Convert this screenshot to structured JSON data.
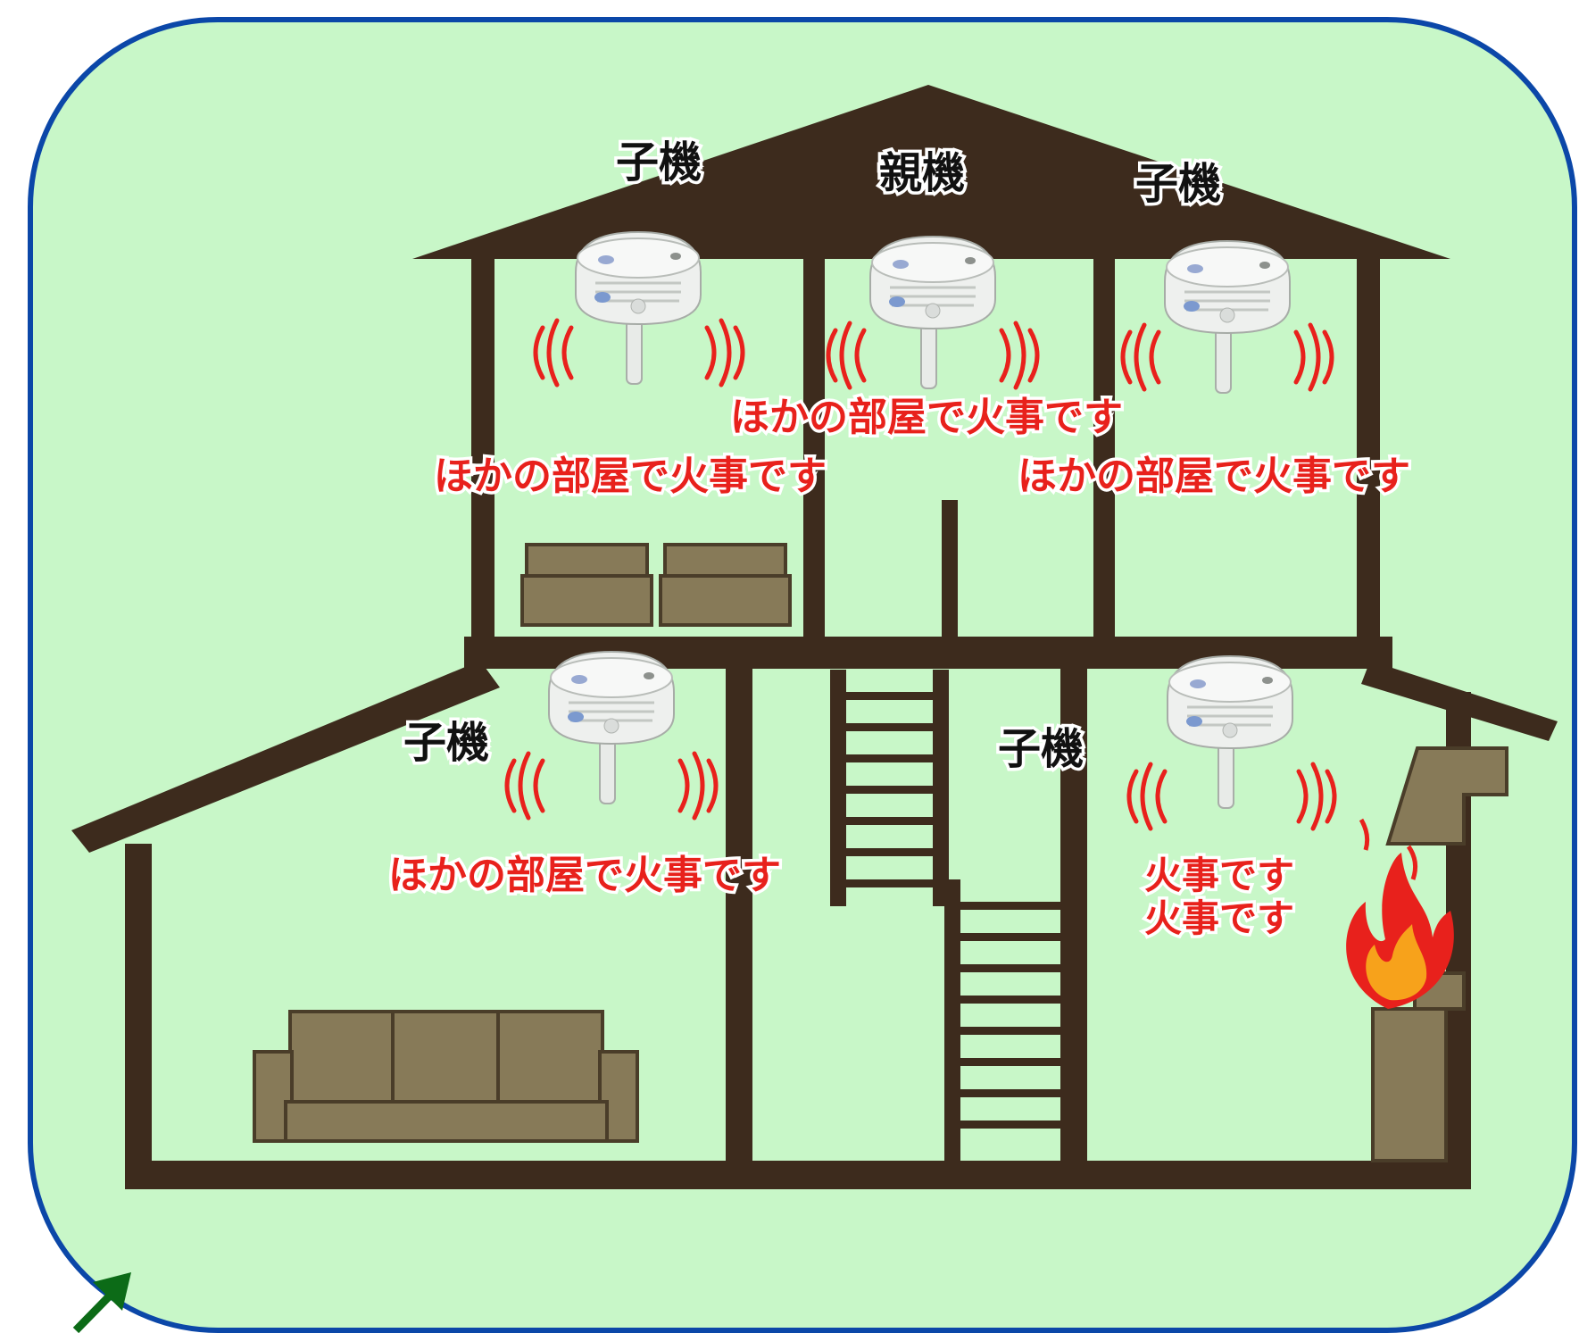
{
  "colors": {
    "background": "#c8f7c8",
    "frame_border": "#0b47a8",
    "house_structure": "#3d2b1d",
    "furniture_fill": "#877a58",
    "furniture_edge": "#4a3d29",
    "alarm_text": "#e8211c",
    "label_text": "#111111",
    "flame_outer": "#e8211c",
    "flame_inner": "#f7a21b",
    "arrow": "#0c6b17"
  },
  "detectors": [
    {
      "id": "upper-left",
      "role": "子機",
      "message": "ほかの部屋で火事です"
    },
    {
      "id": "upper-center",
      "role": "親機",
      "message": "ほかの部屋で火事です"
    },
    {
      "id": "upper-right",
      "role": "子機",
      "message": "ほかの部屋で火事です"
    },
    {
      "id": "lower-left",
      "role": "子機",
      "message": "ほかの部屋で火事です"
    },
    {
      "id": "lower-right",
      "role": "子機",
      "message": "火事です",
      "message2": "火事です"
    }
  ],
  "icons": [
    "smoke-detector-icon",
    "flame-icon",
    "sound-wave-icon",
    "arrow-icon",
    "sofa-icon",
    "bed-icon",
    "stairs-icon",
    "kitchen-range-icon"
  ]
}
